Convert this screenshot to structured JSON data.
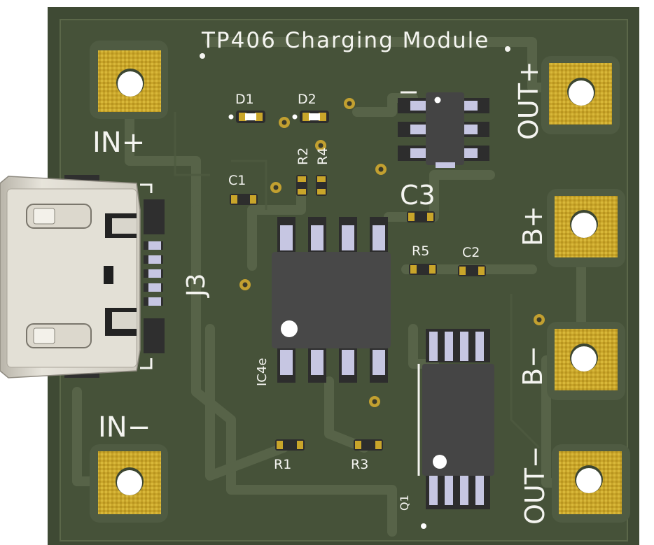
{
  "board": {
    "title": "TP406 Charging Module",
    "colors": {
      "soldermask": "#3f4a34",
      "copper_pour": "#4b573d",
      "trace": "#57634a",
      "silkscreen": "#f4f4f0",
      "gold": "#c9a52a",
      "ic_body": "#4a4a4a",
      "smd_pad": "#c6c6e2",
      "usb_shell": "#d9d6cc"
    }
  },
  "silk_labels": {
    "in_plus": "IN+",
    "in_minus": "IN−",
    "out_plus": "OUT+",
    "out_minus": "OUT−",
    "b_plus": "B+",
    "b_minus": "B−",
    "j3": "J3",
    "c3": "C3",
    "d1": "D1",
    "d2": "D2",
    "c1": "C1",
    "r2": "R2",
    "r4": "R4",
    "r5": "R5",
    "c2": "C2",
    "ic4e": "IC4e",
    "r1": "R1",
    "r3": "R3",
    "q1": "Q1"
  }
}
